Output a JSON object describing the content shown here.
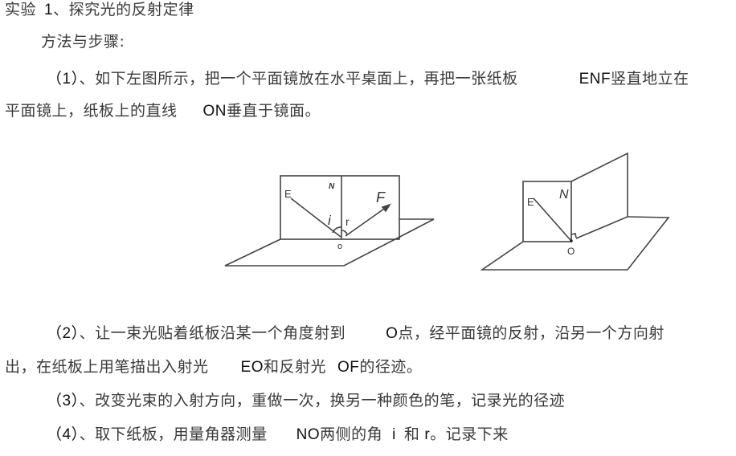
{
  "title": {
    "prefix": "实验",
    "number": "1",
    "text": "、探究光的反射定律"
  },
  "subtitle": "方法与步骤:",
  "steps": [
    {
      "num": "（1）",
      "line1_a": "、如下左图所示，把一个平面镜放在水平桌面上，再把一张纸板",
      "line1_b_latin": "ENF",
      "line1_c": "竖直地立在",
      "line2_a": "平面镜上，纸板上的直线",
      "line2_b_latin": "ON",
      "line2_c": "垂直于镜面。"
    },
    {
      "num": "（2）",
      "line1_a": "、让一束光贴着纸板沿某一个角度射到",
      "line1_b_latin": "O",
      "line1_c": "点，经平面镜的反射，沿另一个方向射",
      "line2_a": "出，在纸板上用笔描出入射光",
      "line2_b_latin": "EO",
      "line2_c": "和反射光",
      "line2_d_latin": "OF",
      "line2_e": "的径迹。"
    },
    {
      "num": "（3）",
      "line1_a": "、改变光束的入射方向，重做一次，换另一种颜色的笔，记录光的径迹"
    },
    {
      "num": "（4）",
      "line1_a": "、取下纸板，用量角器测量",
      "line1_b_latin": "NO",
      "line1_c": "两侧的角",
      "line1_d_latin": "i",
      "line1_e": "和",
      "line1_f_latin": "r",
      "line1_g": "。记录下来"
    }
  ],
  "figures": {
    "left": {
      "labels": {
        "E": "E",
        "N": "N",
        "F": "F",
        "i": "i",
        "r": "r",
        "O": "o"
      }
    },
    "right": {
      "labels": {
        "E": "E",
        "N": "N",
        "O": "O"
      }
    }
  }
}
